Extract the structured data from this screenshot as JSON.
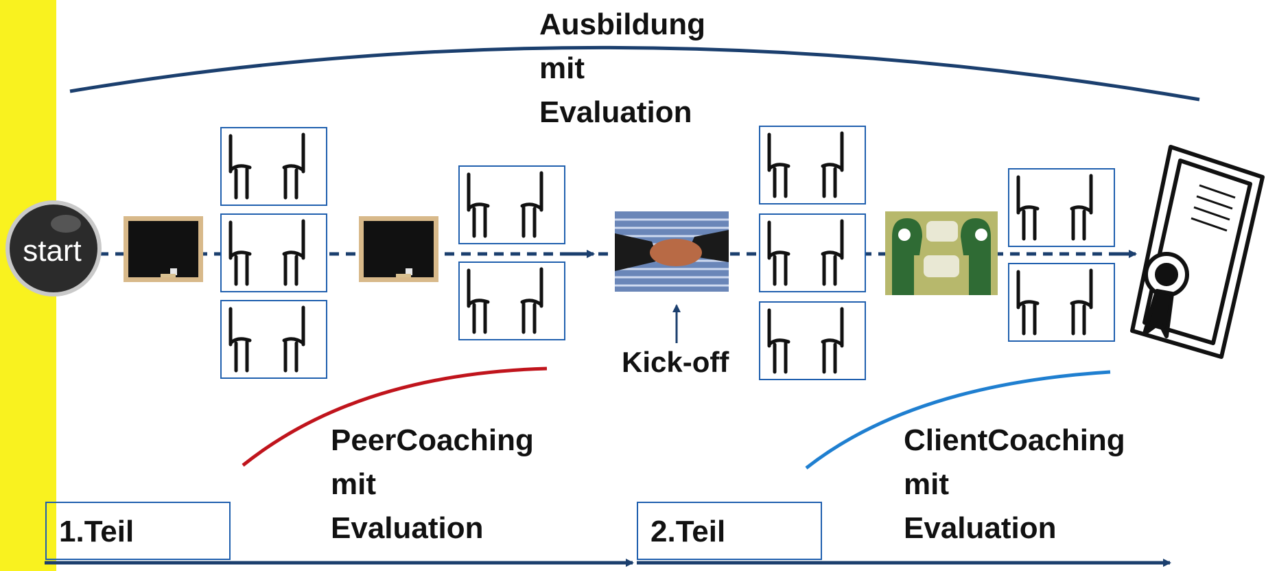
{
  "labels": {
    "ausbildung": {
      "line1": "Ausbildung",
      "line2": "mit",
      "line3": "Evaluation"
    },
    "peer": {
      "line1": "PeerCoaching",
      "line2": "mit",
      "line3": "Evaluation"
    },
    "client": {
      "line1": "ClientCoaching",
      "line2": "mit",
      "line3": "Evaluation"
    },
    "kickoff": "Kick-off",
    "start": "start",
    "part1": "1.Teil",
    "part2": "2.Teil"
  },
  "colors": {
    "sidebar": "#f9f21f",
    "flow_arrow": "#1b3f6e",
    "ausbildung_arc": "#1b3f6e",
    "peer_arc": "#c0141c",
    "client_arc": "#1f7fd0",
    "box_border": "#1f5fae"
  },
  "icons": {
    "start": "start-button-icon",
    "blackboard": "blackboard-icon",
    "chairs": "two-chairs-icon",
    "handshake": "handshake-photo-icon",
    "dialogue": "two-heads-dialogue-icon",
    "certificate": "certificate-icon"
  }
}
